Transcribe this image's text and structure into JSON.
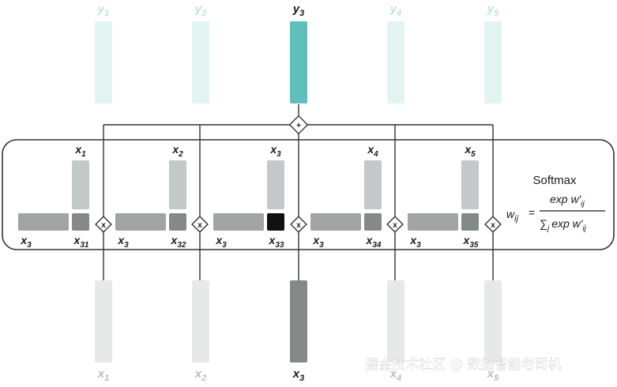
{
  "colors": {
    "y_inactive": "#e1f4f2",
    "y_active": "#5ebfbd",
    "y_label_inactive": "#bfe6e4",
    "y_label_active": "#1a1a1a",
    "x_inactive": "#e7e8e8",
    "x_active": "#858888",
    "x_label_inactive": "#b9bcbd",
    "x_label_active": "#1a1a1a",
    "key_bar": "#c3c8c8",
    "query_bar": "#a1a4a4",
    "score_square": "#868989",
    "score_square_active": "#111111",
    "line": "#333333",
    "watermark": "#ffffff"
  },
  "outputs": [
    {
      "base": "y",
      "sub": "1",
      "active": false
    },
    {
      "base": "y",
      "sub": "2",
      "active": false
    },
    {
      "base": "y",
      "sub": "3",
      "active": true
    },
    {
      "base": "y",
      "sub": "4",
      "active": false
    },
    {
      "base": "y",
      "sub": "5",
      "active": false
    }
  ],
  "inputs": [
    {
      "base": "x",
      "sub": "1",
      "active": false
    },
    {
      "base": "x",
      "sub": "2",
      "active": false
    },
    {
      "base": "x",
      "sub": "3",
      "active": true
    },
    {
      "base": "x",
      "sub": "4",
      "active": false
    },
    {
      "base": "x",
      "sub": "5",
      "active": false
    }
  ],
  "blocks": [
    {
      "key_base": "x",
      "key_sub": "1",
      "query_base": "x",
      "query_sub": "3",
      "score_base": "x",
      "score_sub": "31",
      "highlight": false
    },
    {
      "key_base": "x",
      "key_sub": "2",
      "query_base": "x",
      "query_sub": "3",
      "score_base": "x",
      "score_sub": "32",
      "highlight": false
    },
    {
      "key_base": "x",
      "key_sub": "3",
      "query_base": "x",
      "query_sub": "3",
      "score_base": "x",
      "score_sub": "33",
      "highlight": true
    },
    {
      "key_base": "x",
      "key_sub": "4",
      "query_base": "x",
      "query_sub": "3",
      "score_base": "x",
      "score_sub": "34",
      "highlight": false
    },
    {
      "key_base": "x",
      "key_sub": "5",
      "query_base": "x",
      "query_sub": "3",
      "score_base": "x",
      "score_sub": "35",
      "highlight": false
    }
  ],
  "operators": {
    "sum": "+",
    "multiply": "x"
  },
  "softmax": {
    "title": "Softmax",
    "lhs_base": "w",
    "lhs_sub": "ij",
    "equals": "=",
    "num_text": "exp w'",
    "num_sub": "ij",
    "den_sigma": "∑",
    "den_sigma_sub": "j",
    "den_text": "exp w'",
    "den_sub": "ij"
  },
  "watermark": "掘金技术社区 @ 数据智能老司机"
}
